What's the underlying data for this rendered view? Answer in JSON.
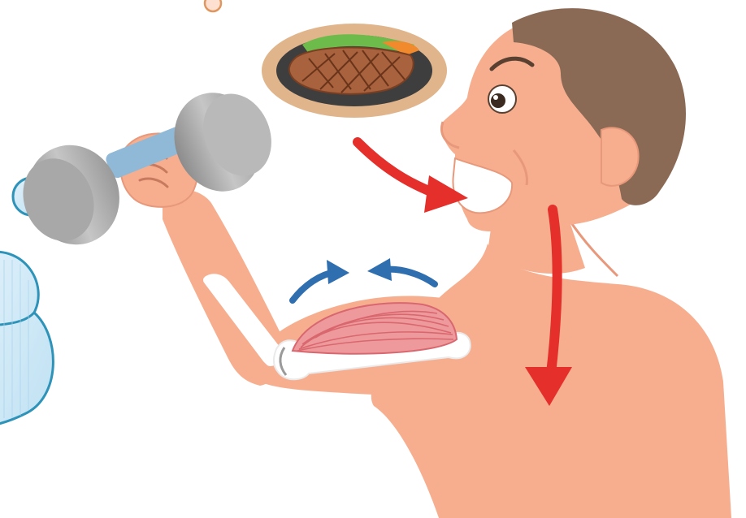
{
  "scene": {
    "subjects": [
      "man",
      "dumbbell",
      "steak-plate",
      "bicep-muscle",
      "thought-bubble"
    ],
    "colors": {
      "skin": "#F6AE8F",
      "skin_shadow": "#E8987B",
      "hair": "#8A6A54",
      "bone": "#FFFFFF",
      "muscle": "#EE9A9C",
      "muscle_fiber": "#D9676F",
      "arrow_red": "#E52F2A",
      "arrow_blue": "#2F6FB0",
      "dumbbell_gray": "#9C9C9C",
      "dumbbell_light": "#BFBFBF",
      "handle_blue": "#8FB9D6",
      "plate_rim": "#E0B58C",
      "plate_inner": "#3E3E3E",
      "steak": "#A8623D",
      "bubble_fill": "#CFE7F5",
      "bubble_stroke": "#2E93B8"
    },
    "icons": {
      "food_to_mouth": "red-curved-arrow-icon",
      "nutrients_down": "red-down-arrow-icon",
      "muscle_growth": "blue-curved-arrows-icon"
    }
  }
}
